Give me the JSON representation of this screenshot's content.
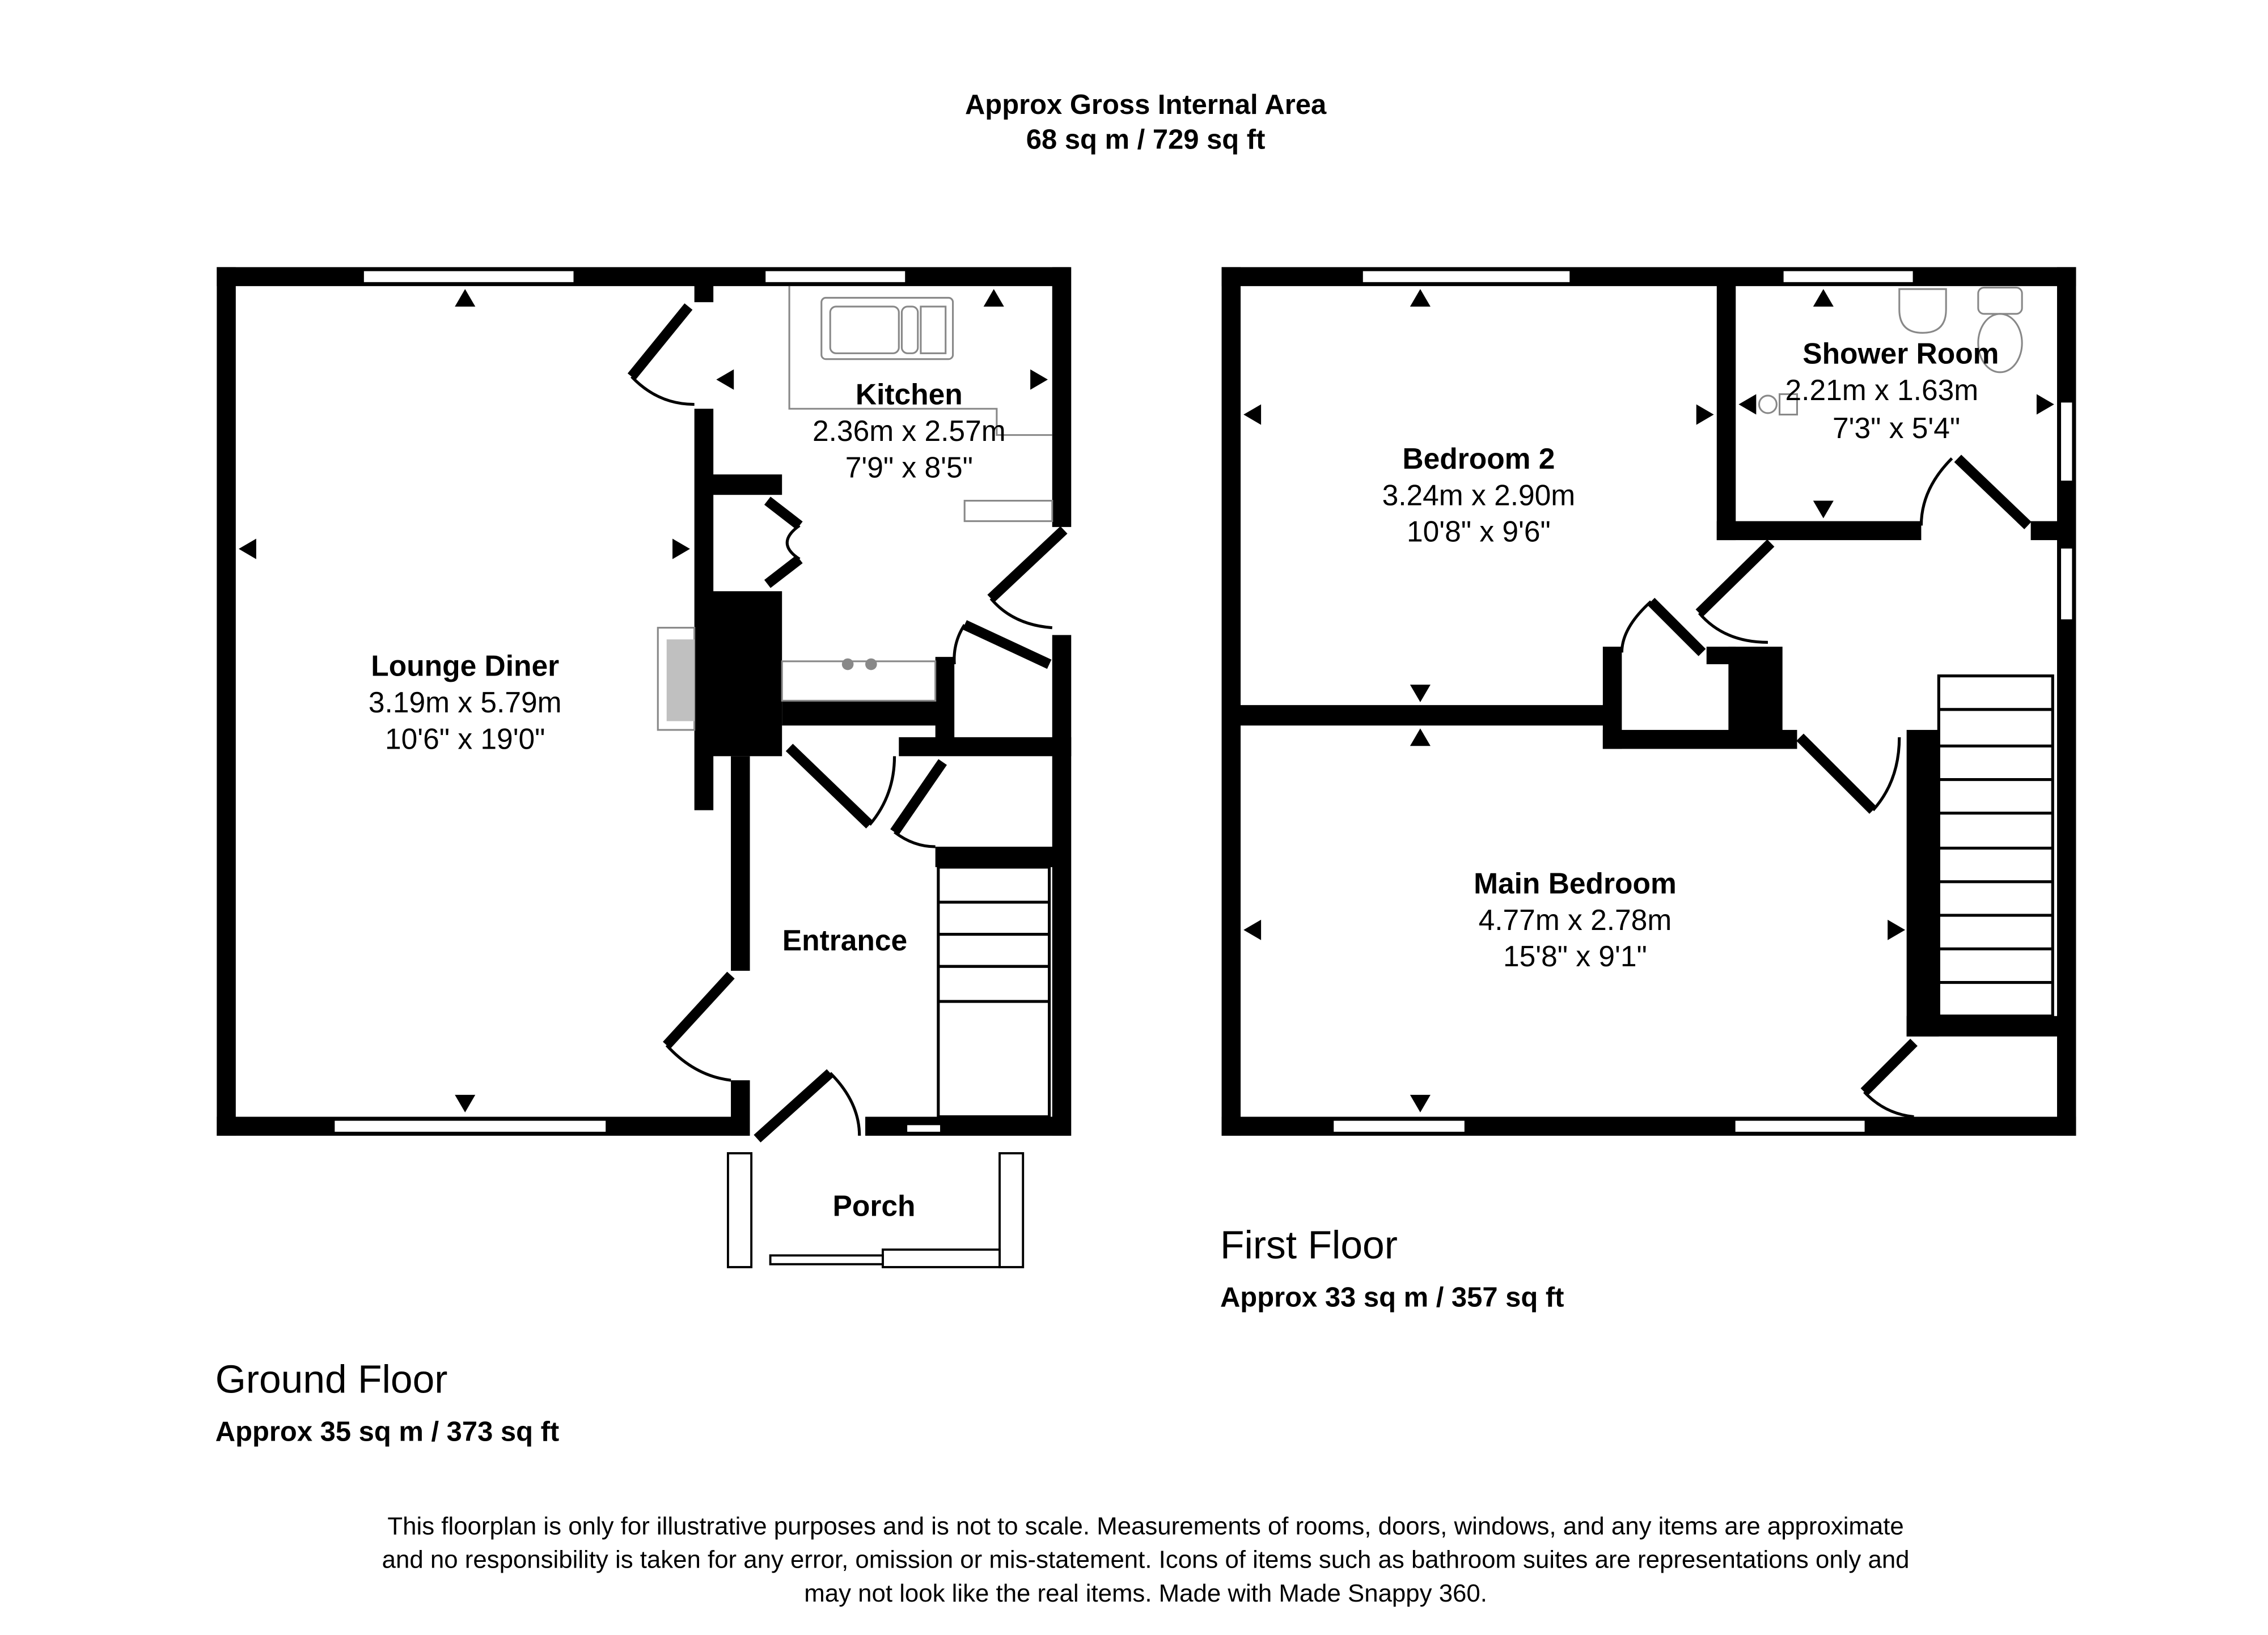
{
  "header": {
    "title": "Approx Gross Internal Area",
    "total_area": "68 sq m / 729 sq ft"
  },
  "ground_floor": {
    "label": "Ground Floor",
    "area": "Approx 35 sq m / 373 sq ft",
    "rooms": [
      {
        "name": "Lounge Diner",
        "metric": "3.19m x 5.79m",
        "imperial": "10'6\" x 19'0\""
      },
      {
        "name": "Kitchen",
        "metric": "2.36m x 2.57m",
        "imperial": "7'9\" x 8'5\""
      },
      {
        "name": "Entrance"
      },
      {
        "name": "Porch"
      }
    ]
  },
  "first_floor": {
    "label": "First Floor",
    "area": "Approx 33 sq m / 357 sq ft",
    "rooms": [
      {
        "name": "Bedroom 2",
        "metric": "3.24m x 2.90m",
        "imperial": "10'8\" x 9'6\""
      },
      {
        "name": "Shower Room",
        "metric": "2.21m x 1.63m",
        "imperial": "7'3\" x 5'4\""
      },
      {
        "name": "Main Bedroom",
        "metric": "4.77m x 2.78m",
        "imperial": "15'8\" x 9'1\""
      }
    ]
  },
  "disclaimer": {
    "line1": "This floorplan is only for illustrative purposes and is not to scale. Measurements of rooms, doors, windows, and any items are approximate",
    "line2": "and no responsibility is taken for any error, omission or mis-statement. Icons of items such as bathroom suites are representations only and",
    "line3": "may not look like the real items. Made with Made Snappy 360."
  }
}
